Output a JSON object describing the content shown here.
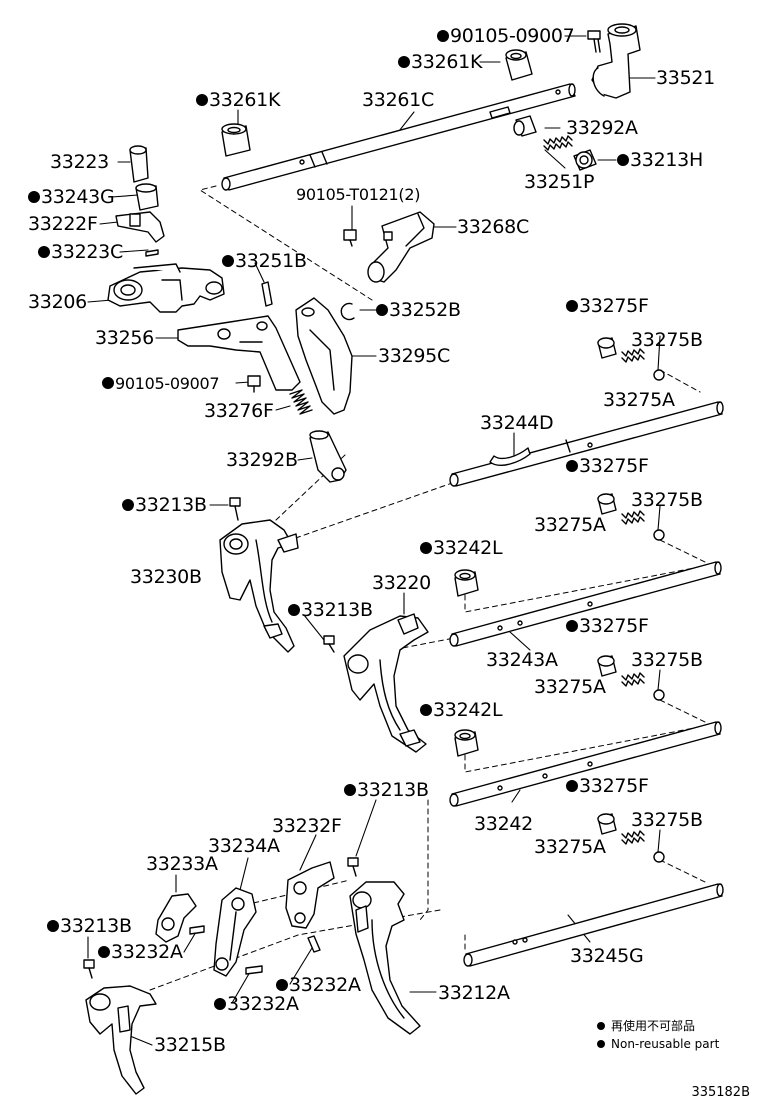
{
  "labels": {
    "l90105_09007_top": {
      "text": "90105-09007",
      "nr": true
    },
    "l33261K_right": {
      "text": "33261K",
      "nr": true
    },
    "l33521": {
      "text": "33521",
      "nr": false
    },
    "l33261K_left": {
      "text": "33261K",
      "nr": true
    },
    "l33261C": {
      "text": "33261C",
      "nr": false
    },
    "l33292A": {
      "text": "33292A",
      "nr": false
    },
    "l33223": {
      "text": "33223",
      "nr": false
    },
    "l33213H": {
      "text": "33213H",
      "nr": true
    },
    "l33251P": {
      "text": "33251P",
      "nr": false
    },
    "l33243G": {
      "text": "33243G",
      "nr": true
    },
    "l90105_T0121": {
      "text": "90105-T0121(2)",
      "nr": false
    },
    "l33222F": {
      "text": "33222F",
      "nr": false
    },
    "l33268C": {
      "text": "33268C",
      "nr": false
    },
    "l33223C": {
      "text": "33223C",
      "nr": true
    },
    "l33251B": {
      "text": "33251B",
      "nr": true
    },
    "l33206": {
      "text": "33206",
      "nr": false
    },
    "l33252B": {
      "text": "33252B",
      "nr": true
    },
    "l33275F_1": {
      "text": "33275F",
      "nr": true
    },
    "l33256": {
      "text": "33256",
      "nr": false
    },
    "l33275B_1": {
      "text": "33275B",
      "nr": false
    },
    "l33295C": {
      "text": "33295C",
      "nr": false
    },
    "l90105_09007_mid": {
      "text": "90105-09007",
      "nr": true
    },
    "l33275A_1": {
      "text": "33275A",
      "nr": false
    },
    "l33276F": {
      "text": "33276F",
      "nr": false
    },
    "l33244D": {
      "text": "33244D",
      "nr": false
    },
    "l33292B": {
      "text": "33292B",
      "nr": false
    },
    "l33275F_2": {
      "text": "33275F",
      "nr": true
    },
    "l33213B_1": {
      "text": "33213B",
      "nr": true
    },
    "l33275B_2": {
      "text": "33275B",
      "nr": false
    },
    "l33275A_2": {
      "text": "33275A",
      "nr": false
    },
    "l33242L_1": {
      "text": "33242L",
      "nr": true
    },
    "l33230B": {
      "text": "33230B",
      "nr": false
    },
    "l33220": {
      "text": "33220",
      "nr": false
    },
    "l33213B_2": {
      "text": "33213B",
      "nr": true
    },
    "l33275F_3": {
      "text": "33275F",
      "nr": true
    },
    "l33243A": {
      "text": "33243A",
      "nr": false
    },
    "l33275B_3": {
      "text": "33275B",
      "nr": false
    },
    "l33275A_3": {
      "text": "33275A",
      "nr": false
    },
    "l33242L_2": {
      "text": "33242L",
      "nr": true
    },
    "l33213B_3": {
      "text": "33213B",
      "nr": true
    },
    "l33275F_4": {
      "text": "33275F",
      "nr": true
    },
    "l33242": {
      "text": "33242",
      "nr": false
    },
    "l33275B_4": {
      "text": "33275B",
      "nr": false
    },
    "l33232F": {
      "text": "33232F",
      "nr": false
    },
    "l33234A": {
      "text": "33234A",
      "nr": false
    },
    "l33275A_4": {
      "text": "33275A",
      "nr": false
    },
    "l33233A": {
      "text": "33233A",
      "nr": false
    },
    "l33213B_4": {
      "text": "33213B",
      "nr": true
    },
    "l33232A_1": {
      "text": "33232A",
      "nr": true
    },
    "l33245G": {
      "text": "33245G",
      "nr": false
    },
    "l33232A_2": {
      "text": "33232A",
      "nr": true
    },
    "l33212A": {
      "text": "33212A",
      "nr": false
    },
    "l33232A_3": {
      "text": "33232A",
      "nr": true
    },
    "l33215B": {
      "text": "33215B",
      "nr": false
    }
  },
  "legend": {
    "jp": "再使用不可部品",
    "en": "Non-reusable part"
  },
  "ref_code": "335182B"
}
